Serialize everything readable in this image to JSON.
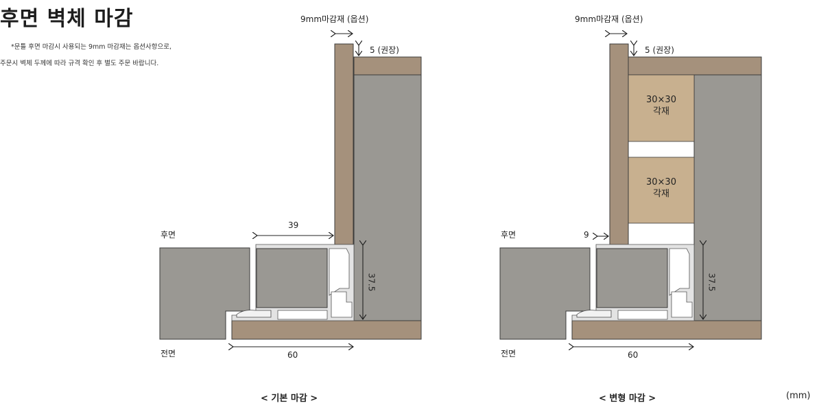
{
  "title": "후면 벽체 마감",
  "notes": [
    "*문틀 후면 마감시 사용되는 9mm 마감재는 옵션사항으로,",
    "주문시 벽체 두께에 따라 규격 확인 후 별도 주문 바랍니다."
  ],
  "colors": {
    "wall_gray": "#9a9893",
    "wood_brown": "#a5917c",
    "batten_tan": "#c8b08f",
    "profile_silver": "#e3e3e3",
    "outline": "#3a3a3a"
  },
  "diagrams": [
    {
      "id": "basic",
      "caption": "< 기본 마감 >",
      "finish_label": "9mm마감재 (옵션)",
      "gap_label": "5 (권장)",
      "rear_label": "후면",
      "front_label": "전면",
      "dim_width_top": "39",
      "dim_height": "37.5",
      "dim_width_bottom": "60"
    },
    {
      "id": "modified",
      "caption": "< 변형 마감 >",
      "finish_label": "9mm마감재 (옵션)",
      "gap_label": "5 (권장)",
      "rear_label": "후면",
      "front_label": "전면",
      "dim_offset": "9",
      "dim_height": "37.5",
      "dim_width_bottom": "60",
      "batten_labels": [
        {
          "size": "30×30",
          "name": "각재"
        },
        {
          "size": "30×30",
          "name": "각재"
        }
      ]
    }
  ],
  "unit": "(mm)"
}
